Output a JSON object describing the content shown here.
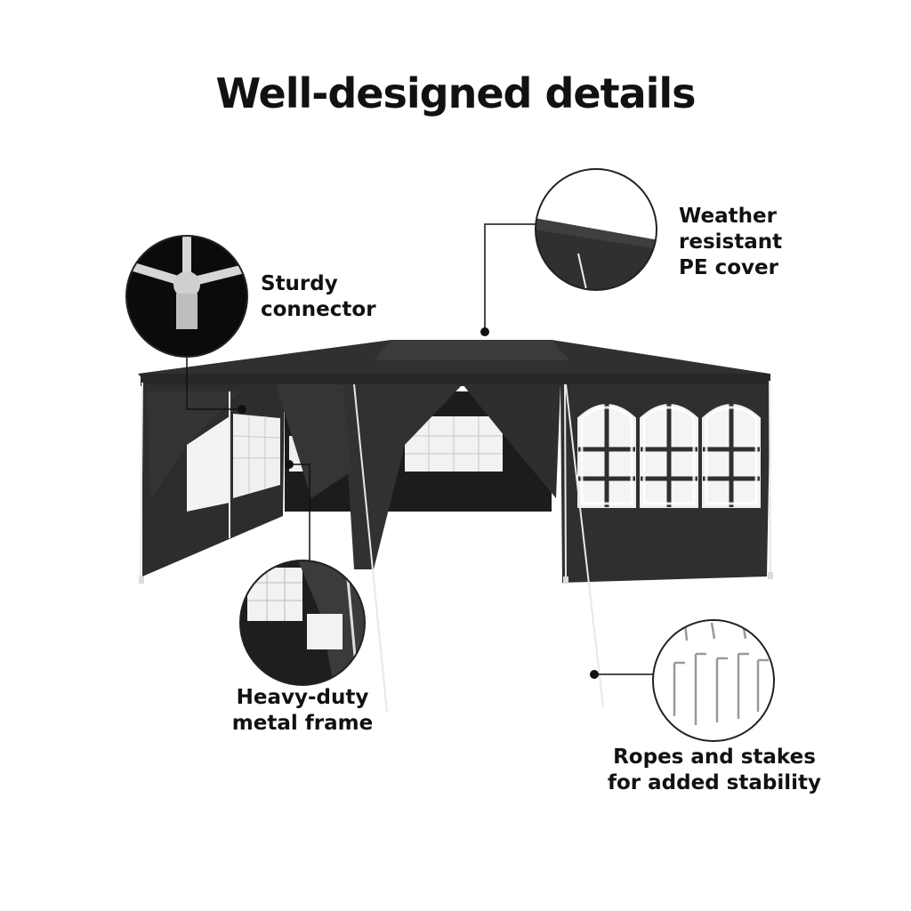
{
  "page": {
    "title": "Well-designed details"
  },
  "callouts": {
    "connector": {
      "line1": "Sturdy",
      "line2": "connector",
      "icon": "connector-detail-icon"
    },
    "cover": {
      "line1": "Weather",
      "line2": "resistant",
      "line3": "PE cover",
      "icon": "cover-detail-icon"
    },
    "frame": {
      "line1": "Heavy-duty",
      "line2": "metal frame",
      "icon": "frame-detail-icon"
    },
    "ropes": {
      "line1": "Ropes and stakes",
      "line2": "for added stability",
      "icon": "stakes-detail-icon"
    }
  },
  "colors": {
    "canvas": "#2e2f31",
    "canvas_dark": "#1c1d1f",
    "text": "#111111",
    "frame": "#e8e8e8"
  }
}
